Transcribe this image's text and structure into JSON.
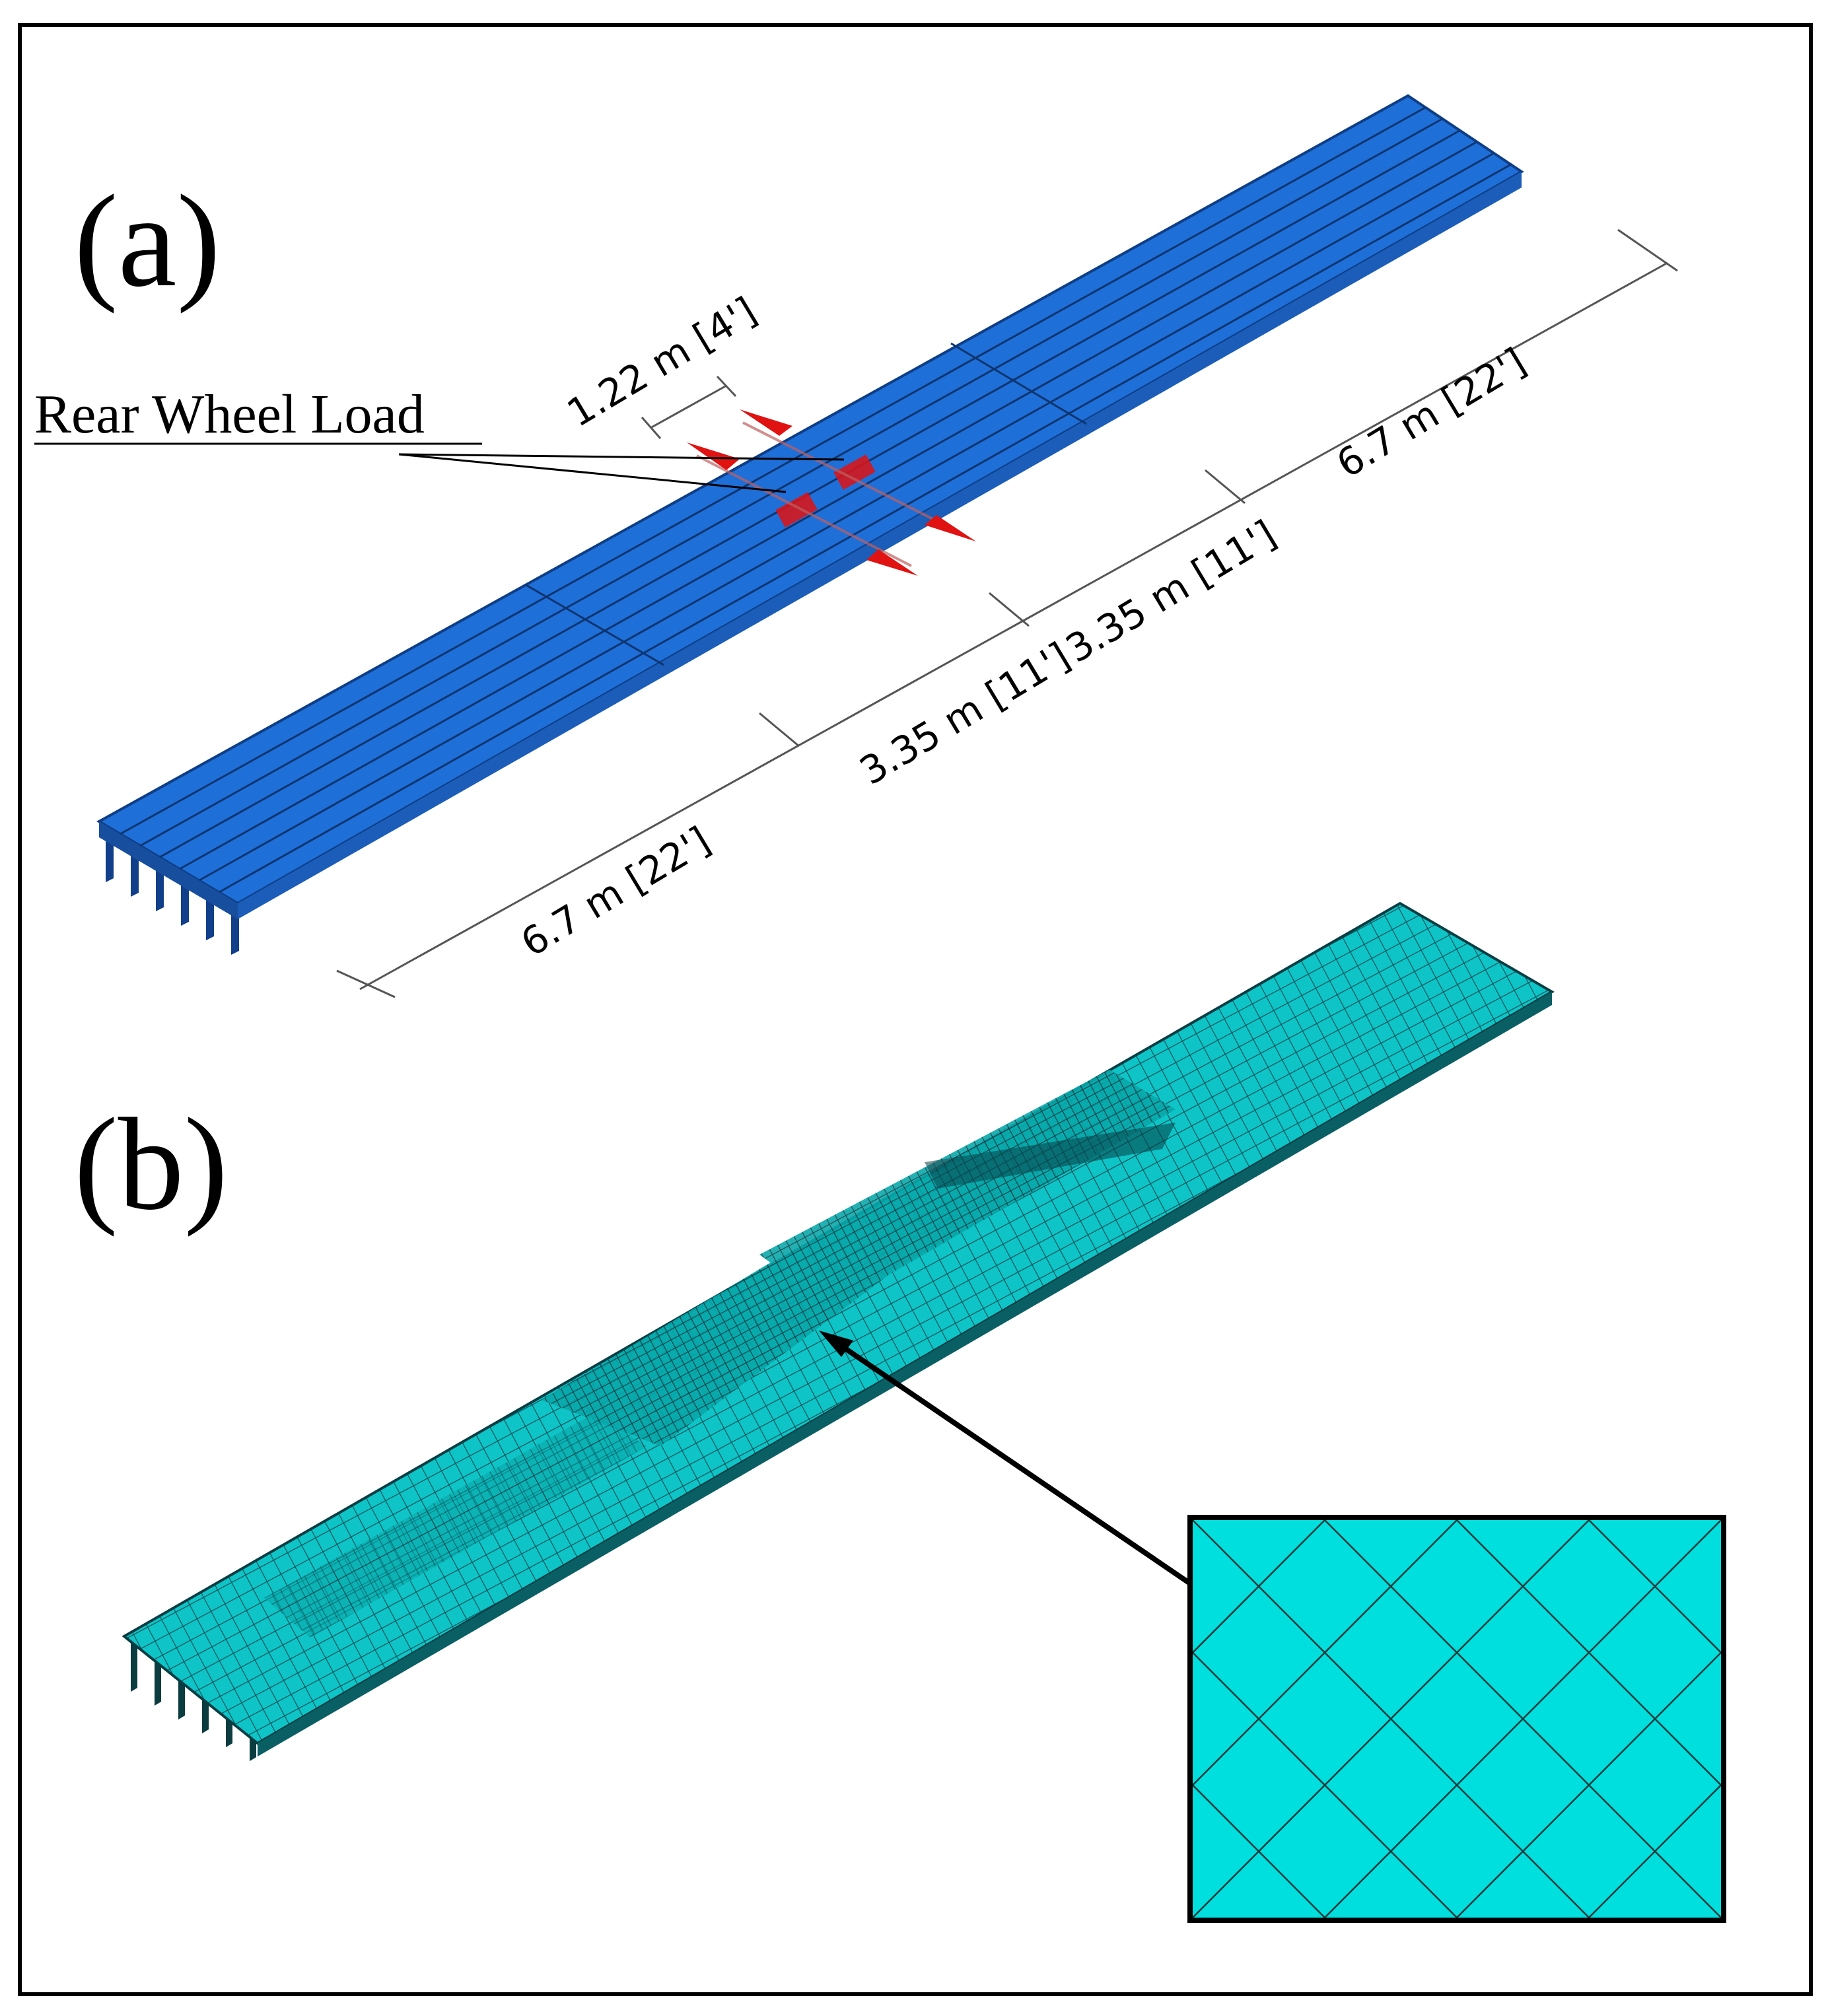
{
  "panels": {
    "a": {
      "label": "(a)"
    },
    "b": {
      "label": "(b)"
    }
  },
  "callout": {
    "text": "Rear Wheel Load"
  },
  "dimensions": {
    "wheel_spacing": "1.22 m [4']",
    "left_span": "6.7 m [22']",
    "center_left": "3.35 m [11']",
    "center_right": "3.35 m [11']",
    "right_span": "6.7 m [22']"
  },
  "colors": {
    "deck_blue": "#1f6fd8",
    "deck_edge": "#0d3e86",
    "mesh_cyan": "#00dede",
    "mesh_line": "#0a4f58",
    "load_red": "#e01212"
  }
}
